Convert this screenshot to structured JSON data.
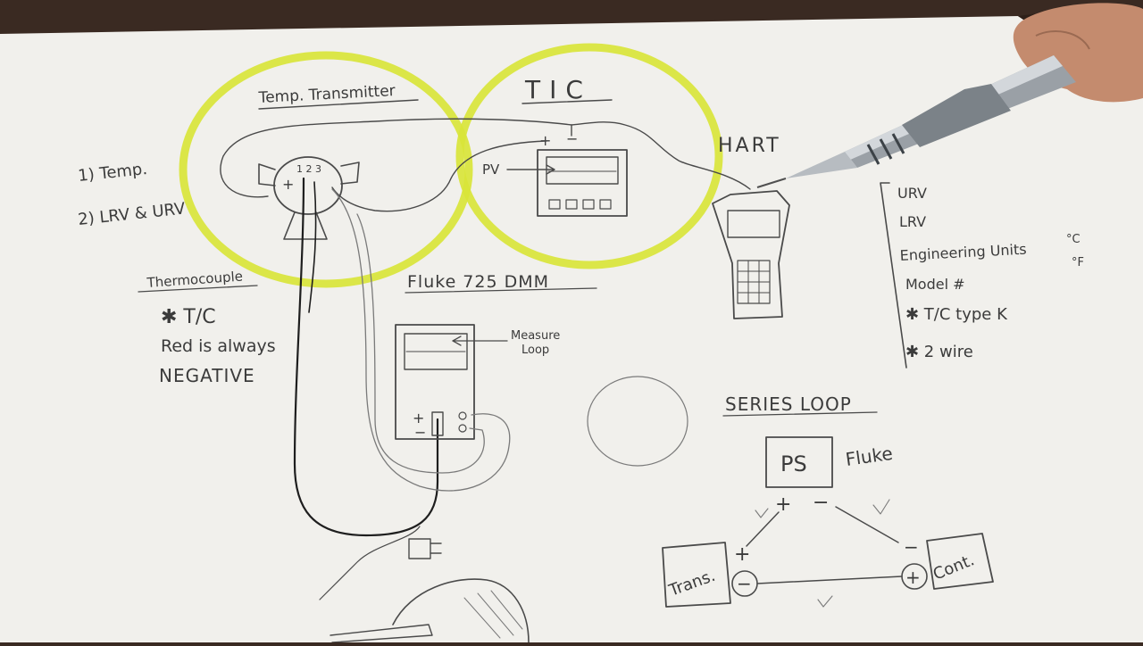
{
  "colors": {
    "paper": "#f1f0ec",
    "pencil": "#4a4a4a",
    "highlighter": "#d9e53a",
    "desk": "#3a2a22"
  },
  "labels": {
    "temp_transmitter": "Temp. Transmitter",
    "tic": "TIC",
    "hart": "HART",
    "temp_note_1": "1) Temp.",
    "temp_note_2": "2) LRV & URV",
    "terminals": "1 2 3",
    "tx_plus": "+",
    "pv": "PV",
    "tic_plus": "+",
    "tic_minus": "−",
    "thermocouple": "Thermocouple",
    "tc_note_1": "✱ T/C",
    "tc_note_2": "Red is always",
    "tc_note_3": "NEGATIVE",
    "fluke_725": "Fluke 725 DMM",
    "measure_loop_1": "Measure",
    "measure_loop_2": "Loop",
    "dmm_plus": "+",
    "dmm_minus": "−",
    "series_loop": "SERIES LOOP",
    "ps": "PS",
    "fluke": "Fluke",
    "ps_plus": "+",
    "ps_minus": "−",
    "trans_plus": "+",
    "trans_minus": "−",
    "trans": "Trans.",
    "cont_plus": "+",
    "cont_minus": "−",
    "cont": "Cont.",
    "hart_list": [
      "URV",
      "LRV",
      "Engineering Units",
      "Model #",
      "✱ T/C type K",
      "✱ 2 wire"
    ],
    "deg_c": "°C",
    "deg_f": "°F"
  }
}
